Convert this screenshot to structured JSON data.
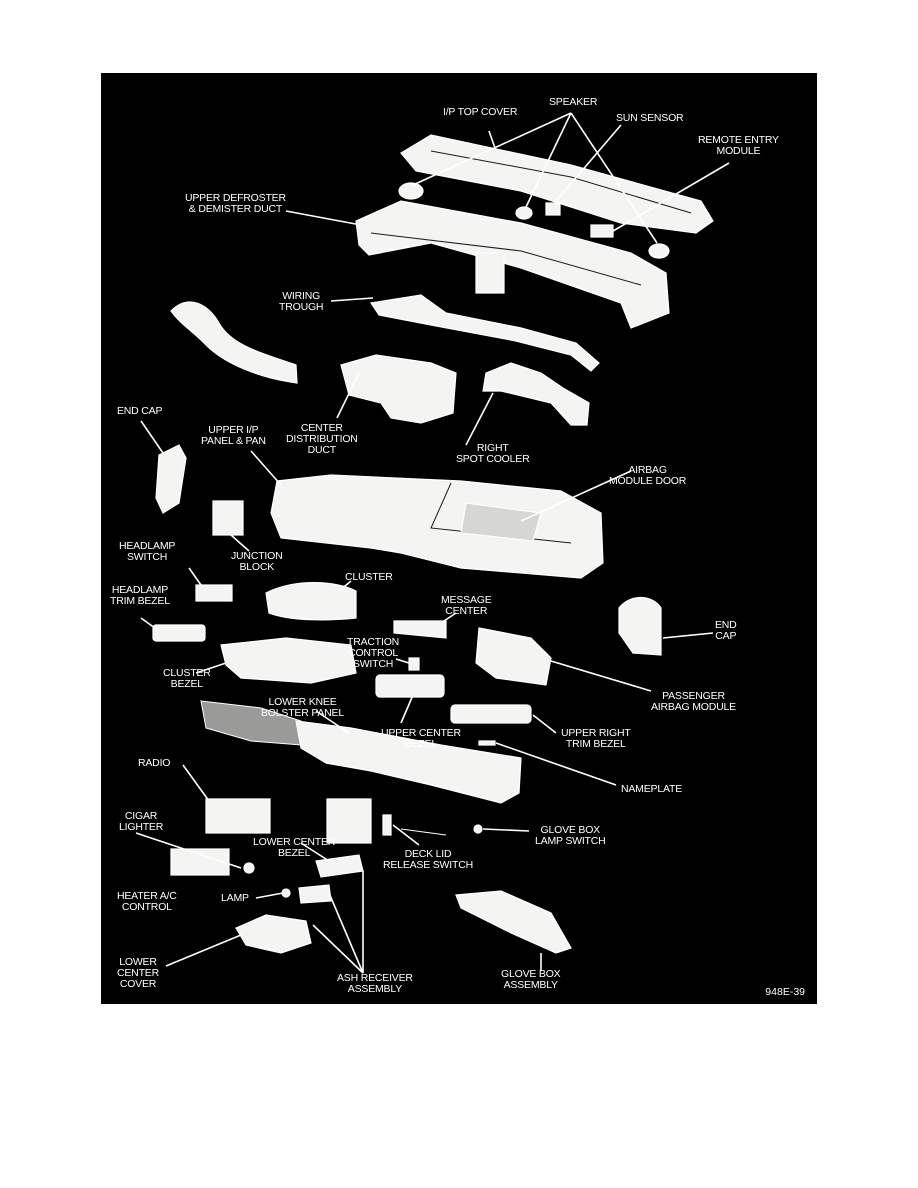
{
  "figure": {
    "id": "948E-39",
    "labels": {
      "ip_top_cover": "I/P TOP COVER",
      "speaker": "SPEAKER",
      "sun_sensor": "SUN SENSOR",
      "remote_entry_module": "REMOTE ENTRY\nMODULE",
      "upper_defroster": "UPPER DEFROSTER\n& DEMISTER DUCT",
      "wiring_trough": "WIRING\nTROUGH",
      "end_cap_left": "END CAP",
      "upper_ip_panel": "UPPER I/P\nPANEL & PAN",
      "center_distribution_duct": "CENTER\nDISTRIBUTION\nDUCT",
      "right_spot_cooler": "RIGHT\nSPOT COOLER",
      "airbag_module_door": "AIRBAG\nMODULE DOOR",
      "headlamp_switch": "HEADLAMP\nSWITCH",
      "junction_block": "JUNCTION\nBLOCK",
      "cluster": "CLUSTER",
      "headlamp_trim_bezel": "HEADLAMP\nTRIM BEZEL",
      "message_center": "MESSAGE\nCENTER",
      "end_cap_right": "END\nCAP",
      "traction_control_switch": "TRACTION\nCONTROL\nSWITCH",
      "cluster_bezel": "CLUSTER\nBEZEL",
      "passenger_airbag_module": "PASSENGER\nAIRBAG MODULE",
      "lower_knee_bolster": "LOWER KNEE\nBOLSTER PANEL",
      "upper_center_bezel": "UPPER CENTER\nBEZEL",
      "upper_right_trim_bezel": "UPPER RIGHT\nTRIM BEZEL",
      "radio": "RADIO",
      "nameplate": "NAMEPLATE",
      "cigar_lighter": "CIGAR\nLIGHTER",
      "lower_center_bezel": "LOWER CENTER\nBEZEL",
      "glove_box_lamp_switch": "GLOVE BOX\nLAMP SWITCH",
      "deck_lid_release_switch": "DECK LID\nRELEASE SWITCH",
      "heater_ac_control": "HEATER A/C\nCONTROL",
      "lamp": "LAMP",
      "lower_center_cover": "LOWER\nCENTER\nCOVER",
      "ash_receiver_assembly": "ASH RECEIVER\nASSEMBLY",
      "glove_box_assembly": "GLOVE BOX\nASSEMBLY"
    }
  }
}
